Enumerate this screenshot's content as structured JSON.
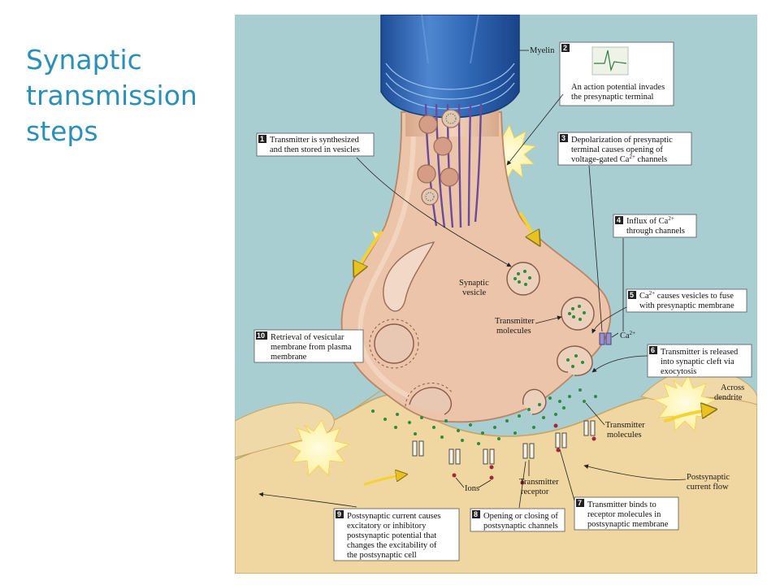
{
  "title_lines": [
    "Synaptic",
    "transmission",
    "steps"
  ],
  "colors": {
    "title": "#2B8FB8",
    "background_fluid": "#A8CED2",
    "terminal": "#EBC4A9",
    "terminal_edge": "#D8A98A",
    "postsynaptic": "#F0D6A0",
    "myelin": "#2F5FA8",
    "vesicle_dot": "#2E8B3A",
    "arrow_yellow": "#F4D233",
    "glow": "#FFF6B0"
  },
  "icons": [
    "action-potential-trace-icon",
    "vesicle-icon",
    "calcium-channel-icon",
    "receptor-channel-icon",
    "current-arrow-icon"
  ],
  "labels": {
    "myelin": "Myelin",
    "synaptic_vesicle_1": "Synaptic",
    "synaptic_vesicle_2": "vesicle",
    "transmitter_molecules_1": "Transmitter",
    "transmitter_molecules_2": "molecules",
    "ca2": "Ca",
    "ca2_sup": "2+",
    "across_1": "Across",
    "across_2": "dendrite",
    "transmitter_molecules_b1": "Transmitter",
    "transmitter_molecules_b2": "molecules",
    "ions": "Ions",
    "receptor_1": "Transmitter",
    "receptor_2": "receptor",
    "postsyn_current_1": "Postsynaptic",
    "postsyn_current_2": "current flow"
  },
  "steps": {
    "s1": {
      "num": "1",
      "l1": "Transmitter is synthesized",
      "l2": "and then stored in vesicles"
    },
    "s2": {
      "num": "2",
      "l1": "An action potential invades",
      "l2": "the presynaptic terminal"
    },
    "s3": {
      "num": "3",
      "l1": "Depolarization of presynaptic",
      "l2": "terminal causes opening of",
      "l3a": "voltage-gated Ca",
      "l3sup": "2+",
      "l3b": " channels"
    },
    "s4": {
      "num": "4",
      "l1a": "Influx of Ca",
      "l1sup": "2+",
      "l2": "through channels"
    },
    "s5": {
      "num": "5",
      "l1a": "Ca",
      "l1sup": "2+",
      "l1b": " causes vesicles to fuse",
      "l2": "with presynaptic membrane"
    },
    "s6": {
      "num": "6",
      "l1": "Transmitter is released",
      "l2": "into synaptic cleft via",
      "l3": "exocytosis"
    },
    "s7": {
      "num": "7",
      "l1": "Transmitter binds  to",
      "l2": "receptor molecules in",
      "l3": "postsynaptic membrane"
    },
    "s8": {
      "num": "8",
      "l1": "Opening or closing of",
      "l2": "postsynaptic channels"
    },
    "s9": {
      "num": "9",
      "l1": "Postsynaptic current causes",
      "l2": "excitatory or inhibitory",
      "l3": "postsynaptic potential that",
      "l4": "changes the excitability of",
      "l5": "the postsynaptic cell"
    },
    "s10": {
      "num": "10",
      "l1": "Retrieval of vesicular",
      "l2": "membrane from plasma",
      "l3": "membrane"
    }
  }
}
